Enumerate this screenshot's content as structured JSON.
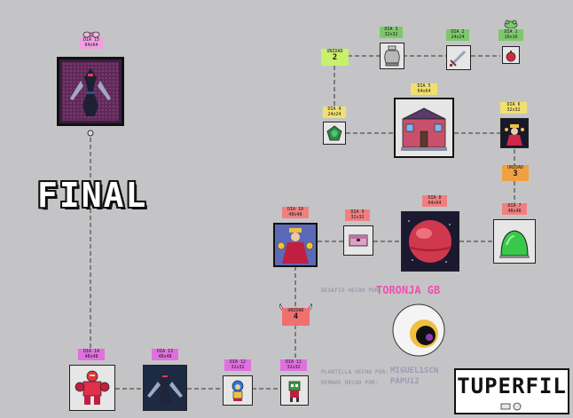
{
  "title": "FINAL",
  "brand": "TUPERFIL",
  "credits": {
    "challenge_label": "DESAFIO HECHO POR:",
    "challenge_author": "TORONJA GB",
    "template_label": "PLANTILLA HECHA POR:",
    "template_author": "MIGUEL1SCN",
    "remake_label": "REMAKE HECHO POR:",
    "remake_author": "PAPU12"
  },
  "days": [
    {
      "id": "d15",
      "label": "DIA 15",
      "size": "64x64",
      "tag_color": "#f0a0e0"
    },
    {
      "id": "d3",
      "label": "DIA 3",
      "size": "32x32",
      "tag_color": "#7ec86a"
    },
    {
      "id": "d2",
      "label": "DIA 2",
      "size": "24x24",
      "tag_color": "#7ec86a"
    },
    {
      "id": "d1",
      "label": "DIA 1",
      "size": "16x16",
      "tag_color": "#7ec86a"
    },
    {
      "id": "d4",
      "label": "DIA 4",
      "size": "24x24",
      "tag_color": "#f0e070"
    },
    {
      "id": "d5",
      "label": "DIA 5",
      "size": "64x64",
      "tag_color": "#f0e070"
    },
    {
      "id": "d6",
      "label": "DIA 6",
      "size": "32x32",
      "tag_color": "#f0e070"
    },
    {
      "id": "d7",
      "label": "DIA 7",
      "size": "48x48",
      "tag_color": "#f08080"
    },
    {
      "id": "d8",
      "label": "DIA 8",
      "size": "64x64",
      "tag_color": "#f08080"
    },
    {
      "id": "d9",
      "label": "DIA 9",
      "size": "32x32",
      "tag_color": "#f08080"
    },
    {
      "id": "d10",
      "label": "DIA 10",
      "size": "48x48",
      "tag_color": "#f08080"
    },
    {
      "id": "d11",
      "label": "DIA 11",
      "size": "32x32",
      "tag_color": "#e070e0"
    },
    {
      "id": "d12",
      "label": "DIA 12",
      "size": "32x32",
      "tag_color": "#e070e0"
    },
    {
      "id": "d13",
      "label": "DIA 13",
      "size": "48x48",
      "tag_color": "#e070e0"
    },
    {
      "id": "d14",
      "label": "DIA 14",
      "size": "48x48",
      "tag_color": "#e070e0"
    }
  ],
  "units": [
    {
      "id": "u2",
      "label": "UNIDAD",
      "number": "2",
      "color": "#c8f06a"
    },
    {
      "id": "u3",
      "label": "UNIDAD",
      "number": "3",
      "color": "#f0a040"
    },
    {
      "id": "u4",
      "label": "UNIDAD",
      "number": "4",
      "color": "#f07070"
    }
  ],
  "colors": {
    "background": "#c4c4c6",
    "connector": "#333333",
    "challenge_author": "#f04fb0",
    "credit_author": "#9a9ab4"
  }
}
